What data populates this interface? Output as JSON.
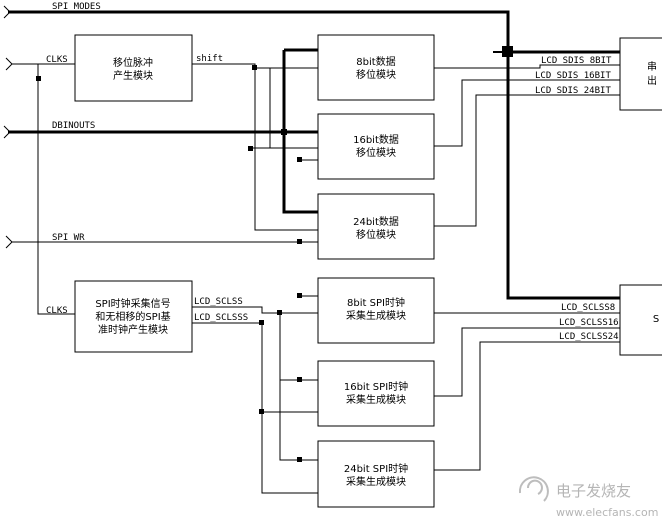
{
  "signals": {
    "spi_modes": "SPI_MODES",
    "clks_top": "CLKS",
    "shift": "shift",
    "dbinouts": "DBINOUTS",
    "spi_wr": "SPI_WR",
    "clks_bottom": "CLKS",
    "lcd_sclss": "LCD_SCLSS",
    "lcd_sclsss": "LCD_SCLSSS"
  },
  "blocks": {
    "shift_pulse": [
      "移位脉冲",
      "产生模块"
    ],
    "shift8": [
      "8bit数据",
      "移位模块"
    ],
    "shift16": [
      "16bit数据",
      "移位模块"
    ],
    "shift24": [
      "24bit数据",
      "移位模块"
    ],
    "spi_clock_gen": [
      "SPI时钟采集信号",
      "和无相移的SPI基",
      "准时钟产生模块"
    ],
    "spi8": [
      "8bit SPI时钟",
      "采集生成模块"
    ],
    "spi16": [
      "16bit SPI时钟",
      "采集生成模块"
    ],
    "spi24": [
      "24bit SPI时钟",
      "采集生成模块"
    ],
    "serial_out_partial": [
      "串",
      "出"
    ],
    "sclss_out_partial": "S"
  },
  "outputs": {
    "sdis_8": "LCD_SDIS_8BIT",
    "sdis_16": "LCD_SDIS_16BIT",
    "sdis_24": "LCD_SDIS_24BIT",
    "sclss_8": "LCD_SCLSS8",
    "sclss_16": "LCD_SCLSS16",
    "sclss_24": "LCD_SCLSS24"
  },
  "watermark": {
    "brand": "电子发烧友",
    "url": "www.elecfans.com"
  }
}
